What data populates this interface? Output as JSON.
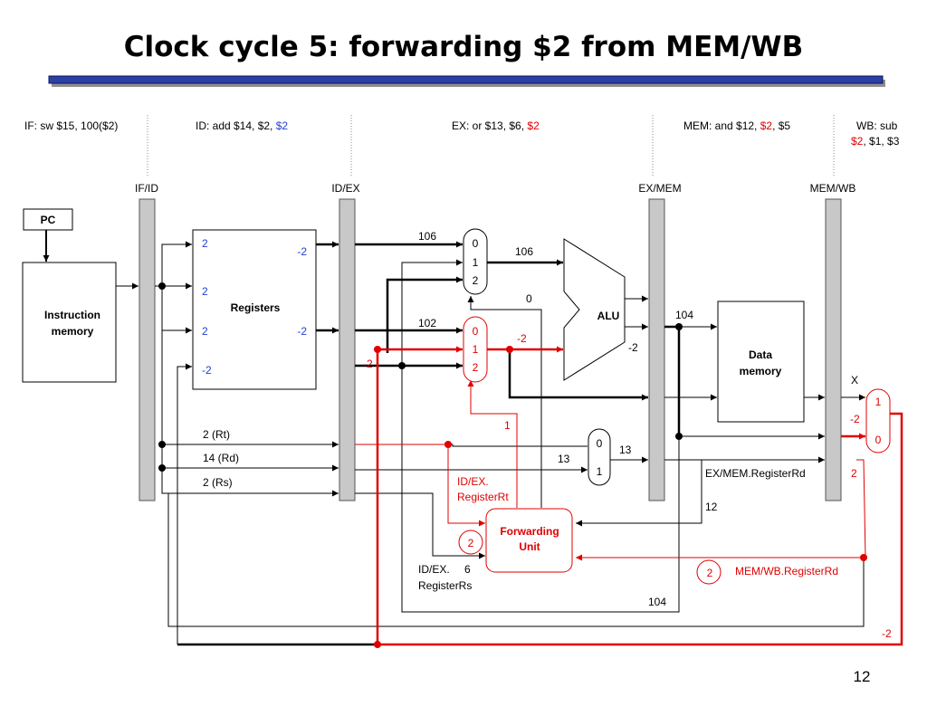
{
  "title": "Clock cycle 5: forwarding $2 from MEM/WB",
  "page_number": "12",
  "stages": {
    "if": "IF: sw $15, 100($2)",
    "id": {
      "text": "ID: add $14, $2, ",
      "reg": "$2"
    },
    "ex": {
      "text": "EX: or $13, $6, ",
      "reg": "$2"
    },
    "mem": {
      "text": "MEM: and $12, ",
      "reg": "$2",
      "rest": ", $5"
    },
    "wb": {
      "line1": "WB: sub",
      "reg": "$2",
      "rest": ", $1, $3"
    }
  },
  "pipeline_registers": {
    "if_id": "IF/ID",
    "id_ex": "ID/EX",
    "ex_mem": "EX/MEM",
    "mem_wb": "MEM/WB"
  },
  "blocks": {
    "pc": "PC",
    "instruction_memory": [
      "Instruction",
      "memory"
    ],
    "registers": "Registers",
    "alu": "ALU",
    "data_memory": [
      "Data",
      "memory"
    ],
    "forwarding_unit": [
      "Forwarding",
      "Unit"
    ]
  },
  "register_file": {
    "read_reg_inputs": [
      "2",
      "2",
      "2",
      "-2"
    ],
    "read_data_outputs": [
      "-2",
      "-2"
    ]
  },
  "mux_a": {
    "inputs": [
      "0",
      "1",
      "2"
    ],
    "in0_value": "106",
    "out_value": "106",
    "select_value": "0"
  },
  "mux_b": {
    "inputs": [
      "0",
      "1",
      "2"
    ],
    "in0_value": "102",
    "in1_value": "-2",
    "out_value": "-2",
    "select_value": "1"
  },
  "mux_dest": {
    "inputs": [
      "0",
      "1"
    ],
    "in_value": "13",
    "out_value": "13"
  },
  "mux_wb": {
    "inputs": [
      "1",
      "0"
    ],
    "in_value": "-2"
  },
  "alu_result": "104",
  "alu_input_b": "-2",
  "ex_mem_b": "-2",
  "wb_x": "X",
  "fields": {
    "rt": "2 (Rt)",
    "rd": "14 (Rd)",
    "rs": "2 (Rs)"
  },
  "forwarding": {
    "id_ex_rt_label": [
      "ID/EX.",
      "RegisterRt"
    ],
    "id_ex_rt_value": "2",
    "id_ex_rs_label": [
      "ID/EX.",
      "RegisterRs"
    ],
    "id_ex_rs_value": "6",
    "ex_mem_rd_label": "EX/MEM.RegisterRd",
    "ex_mem_rd_value": "12",
    "mem_wb_rd_label": "MEM/WB.RegisterRd",
    "mem_wb_rd_value": "2",
    "mem_wb_rd_value_right": "2",
    "ex_mem_result": "104",
    "wb_value": "-2"
  },
  "colors": {
    "highlight": "#e00000",
    "blue": "#1f3fd6",
    "pipeline_reg": "#c8c8c8",
    "title_bar": "#2c3fa8"
  }
}
